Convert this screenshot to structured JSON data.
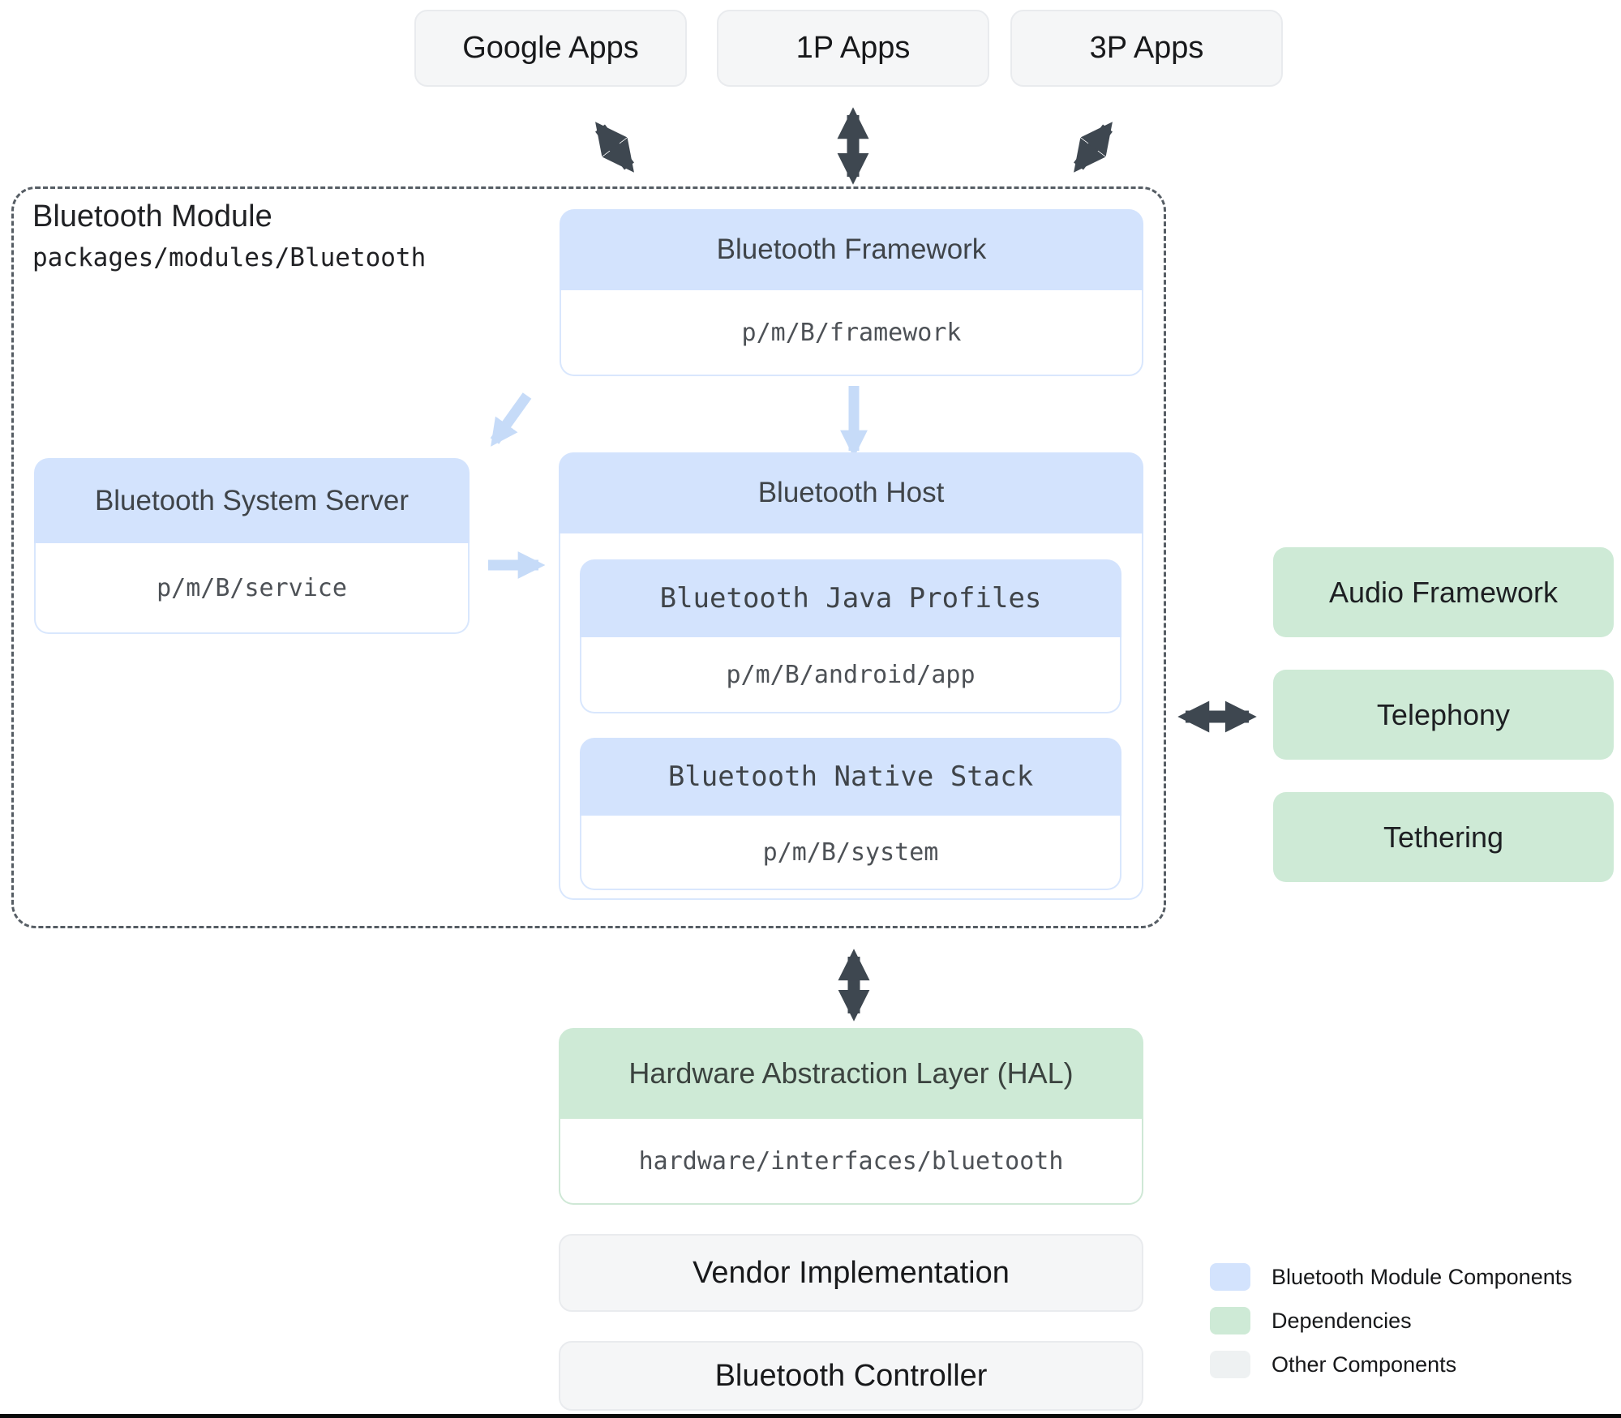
{
  "top_apps": [
    {
      "label": "Google Apps"
    },
    {
      "label": "1P Apps"
    },
    {
      "label": "3P Apps"
    }
  ],
  "module": {
    "title": "Bluetooth Module",
    "path": "packages/modules/Bluetooth",
    "framework": {
      "title": "Bluetooth Framework",
      "path": "p/m/B/framework"
    },
    "system_server": {
      "title": "Bluetooth System Server",
      "path": "p/m/B/service"
    },
    "host": {
      "title": "Bluetooth Host",
      "java_profiles": {
        "title": "Bluetooth Java Profiles",
        "path": "p/m/B/android/app"
      },
      "native_stack": {
        "title": "Bluetooth Native Stack",
        "path": "p/m/B/system"
      }
    }
  },
  "dependencies": [
    {
      "label": "Audio Framework"
    },
    {
      "label": "Telephony"
    },
    {
      "label": "Tethering"
    }
  ],
  "hal": {
    "title": "Hardware Abstraction Layer (HAL)",
    "path": "hardware/interfaces/bluetooth"
  },
  "other_components": [
    {
      "label": "Vendor Implementation"
    },
    {
      "label": "Bluetooth Controller"
    }
  ],
  "legend": [
    {
      "label": "Bluetooth Module Components",
      "color": "#d3e3fd"
    },
    {
      "label": "Dependencies",
      "color": "#ceead6"
    },
    {
      "label": "Other Components",
      "color": "#eef1f2"
    }
  ],
  "colors": {
    "module_component_fill": "#d3e3fd",
    "dependency_fill": "#ceead6",
    "other_fill": "#f5f6f7",
    "dark_arrow": "#3e4750",
    "light_arrow": "#c6dbf8",
    "dashed_border": "#565d64"
  }
}
